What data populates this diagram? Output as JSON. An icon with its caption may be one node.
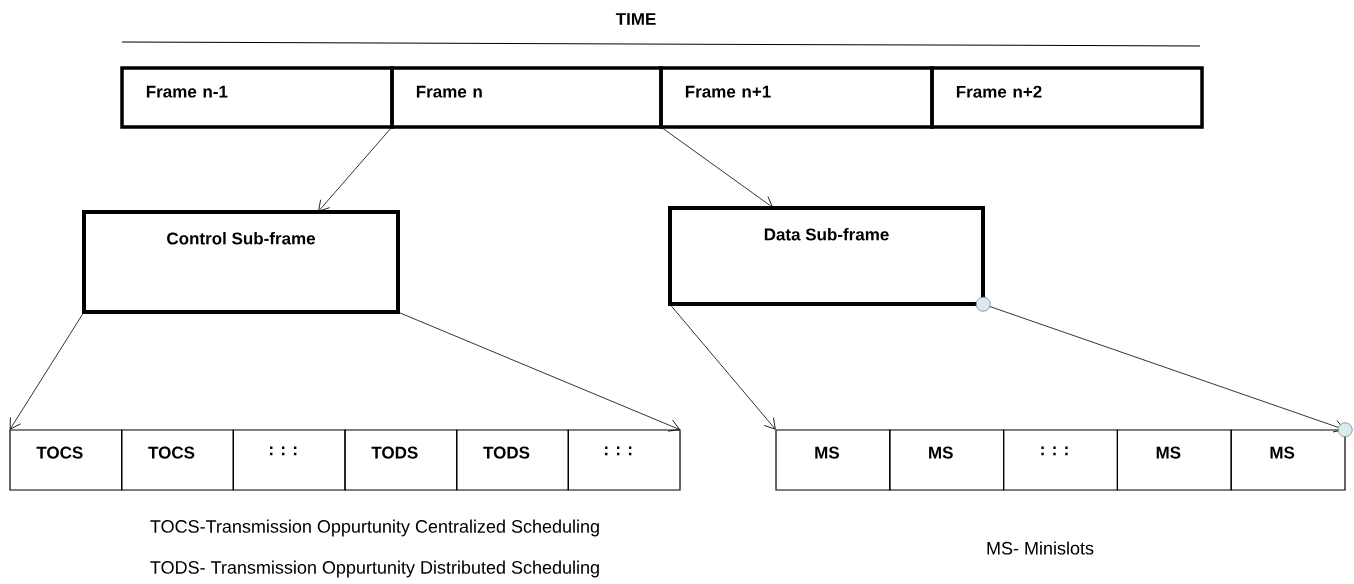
{
  "diagram": {
    "title": "TIME",
    "nodes": [
      {
        "text": [
          "Frame n-1"
        ]
      },
      {
        "text": [
          "Frame n"
        ]
      },
      {
        "text": [
          "Frame n+1"
        ]
      },
      {
        "text": [
          "Frame n+2"
        ]
      },
      {
        "text": [
          "Control Sub-frame"
        ]
      },
      {
        "text": [
          "Data Sub-frame"
        ]
      },
      {
        "text": [
          "TOCS"
        ]
      },
      {
        "text": [
          "TOCS"
        ]
      },
      {
        "text": [
          ": : :"
        ]
      },
      {
        "text": [
          "TODS"
        ]
      },
      {
        "text": [
          "TODS"
        ]
      },
      {
        "text": [
          ": : :"
        ]
      },
      {
        "text": [
          "MS"
        ]
      },
      {
        "text": [
          "MS"
        ]
      },
      {
        "text": [
          ": : :"
        ]
      },
      {
        "text": [
          "MS"
        ]
      },
      {
        "text": [
          "MS"
        ]
      }
    ],
    "edges": [
      {
        "from": 1,
        "to": 4,
        "arrow": "to"
      },
      {
        "from": 1,
        "to": 5,
        "arrow": "to"
      },
      {
        "from": 4,
        "to": 6,
        "arrow": "to"
      },
      {
        "from": 4,
        "to": 11,
        "arrow": "to"
      },
      {
        "from": 5,
        "to": 12,
        "arrow": "to"
      },
      {
        "from": 5,
        "to": 16,
        "arrow": "to"
      }
    ],
    "labels": [
      "TOCS-Transmission Oppurtunity Centralized Scheduling",
      "TODS- Transmission Oppurtunity Distributed Scheduling",
      "MS- Minislots"
    ]
  }
}
